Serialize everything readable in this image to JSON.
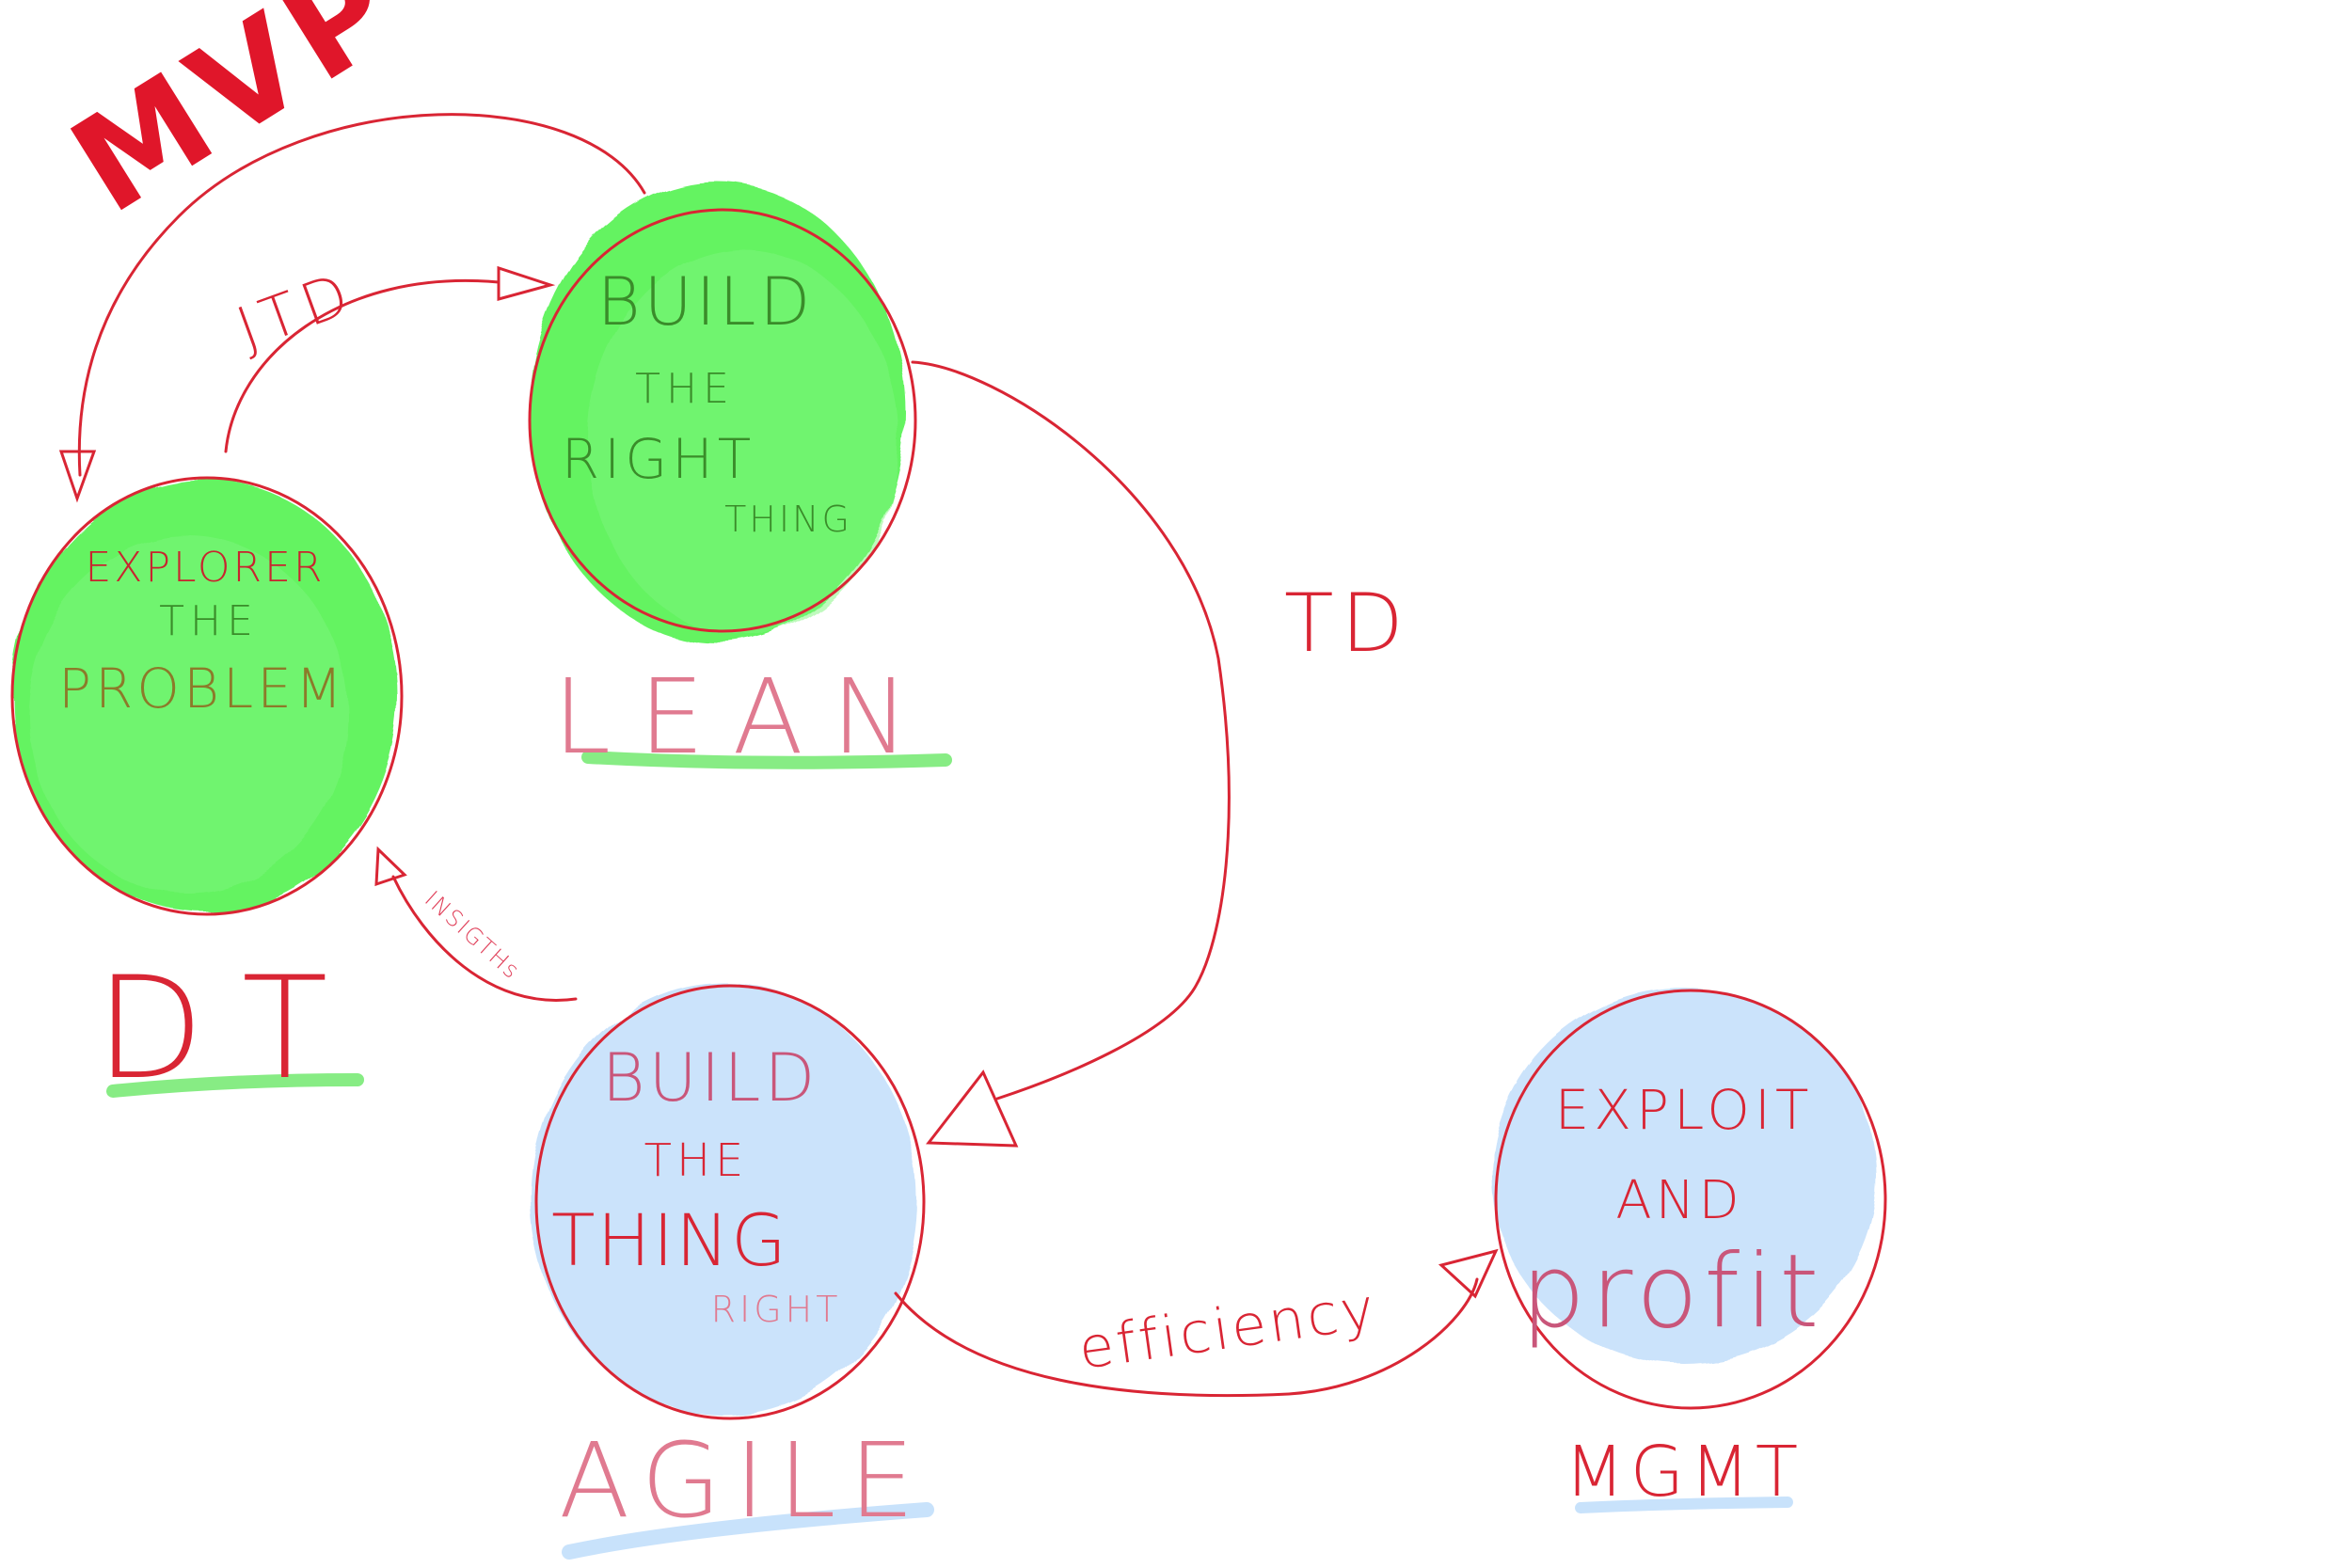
{
  "colors": {
    "stroke": "#d92534",
    "green_fill": "#5cf25a",
    "blue_fill": "#c8e2fb",
    "green_text": "#3a8c2a",
    "pink_text": "#c9567a",
    "green_underline": "#87ec84",
    "blue_underline": "#c8e2fb"
  },
  "circles": {
    "build_right": {
      "lines": [
        "BUILD",
        "THE",
        "RIGHT",
        "THING"
      ],
      "label": "LEAN"
    },
    "explorer": {
      "lines": [
        "EXPLORER",
        "THE",
        "PROBLEM"
      ],
      "label": "DT"
    },
    "build_thing": {
      "lines": [
        "BUILD",
        "THE",
        "THING",
        "RIGHT"
      ],
      "label": "AGILE"
    },
    "exploit": {
      "lines": [
        "EXPLOIT",
        "AND",
        "profit"
      ],
      "label": "MGMT"
    }
  },
  "arrows": {
    "mvp": "MVP",
    "jtd": "JTD",
    "td": "TD",
    "insights": "INSIGTHs",
    "efficiency": "efficiency"
  }
}
